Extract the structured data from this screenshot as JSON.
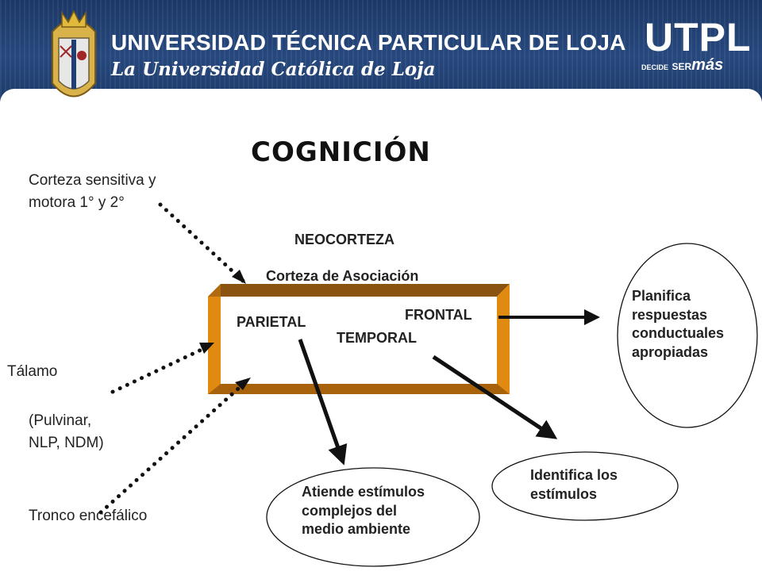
{
  "header": {
    "university_name": "UNIVERSIDAD TÉCNICA PARTICULAR DE LOJA",
    "subtitle": "La Universidad Católica de Loja",
    "logo_text": "UTPL",
    "tagline_1": "DECIDE",
    "tagline_2": "SER",
    "tagline_3": "más",
    "colors": {
      "band": "#1f3f72",
      "text": "#ffffff"
    }
  },
  "slide": {
    "title": "COGNICIÓN",
    "inputs": {
      "cortex_line1": "Corteza sensitiva y",
      "cortex_line2": "motora 1° y 2°",
      "thalamus": "Tálamo",
      "thalamus_detail_line1": "(Pulvinar,",
      "thalamus_detail_line2": "NLP, NDM)",
      "brainstem": "Tronco encefálico"
    },
    "neocortex_label": "NEOCORTEZA",
    "association_label": "Corteza de Asociación",
    "box": {
      "parietal": "PARIETAL",
      "frontal": "FRONTAL",
      "temporal": "TEMPORAL",
      "frame_color": "#e08a12",
      "frame_shadow_color": "#8a5410"
    },
    "outputs": {
      "planifica": [
        "Planifica",
        "respuestas",
        "conductuales",
        "apropiadas"
      ],
      "atiende": [
        "Atiende estímulos",
        "complejos del",
        "medio ambiente"
      ],
      "identifica": [
        "Identifica los",
        "estímulos"
      ]
    }
  }
}
